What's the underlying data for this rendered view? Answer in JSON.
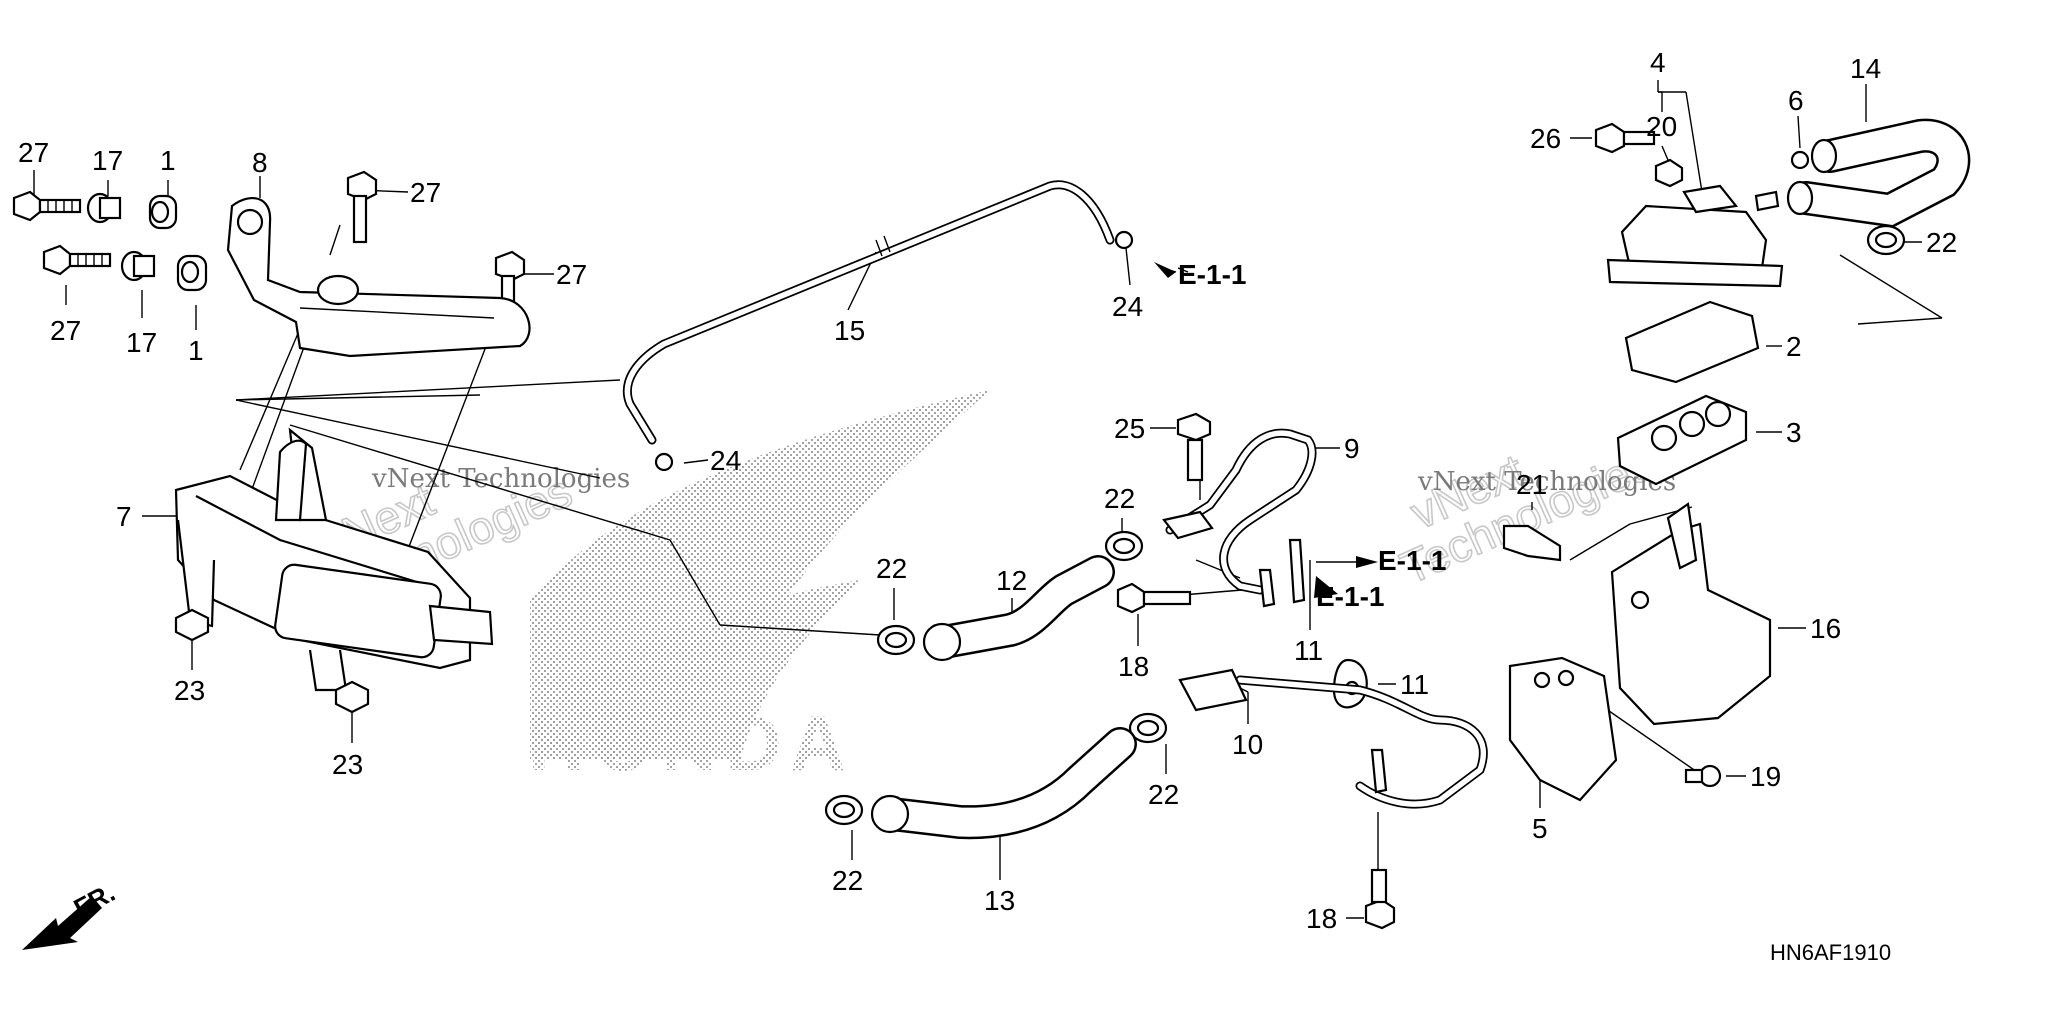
{
  "brand_logo_text": "HONDA",
  "watermark": {
    "text": "vNext Technologies",
    "diagonal_line1": "vNext",
    "diagonal_line2": "Technologies"
  },
  "front_indicator": "FR.",
  "diagram_code": "HN6AF1910",
  "reference_label": "E-1-1",
  "callouts": {
    "c1a": "1",
    "c1b": "1",
    "c2": "2",
    "c3": "3",
    "c4": "4",
    "c5": "5",
    "c6": "6",
    "c7": "7",
    "c8": "8",
    "c9": "9",
    "c10": "10",
    "c11a": "11",
    "c11b": "11",
    "c12": "12",
    "c13": "13",
    "c14": "14",
    "c15": "15",
    "c16": "16",
    "c17a": "17",
    "c17b": "17",
    "c18a": "18",
    "c18b": "18",
    "c19": "19",
    "c20": "20",
    "c21": "21",
    "c22a": "22",
    "c22b": "22",
    "c22c": "22",
    "c22d": "22",
    "c22e": "22",
    "c23a": "23",
    "c23b": "23",
    "c24a": "24",
    "c24b": "24",
    "c25": "25",
    "c26": "26",
    "c27a": "27",
    "c27b": "27",
    "c27c": "27",
    "c27d": "27"
  }
}
